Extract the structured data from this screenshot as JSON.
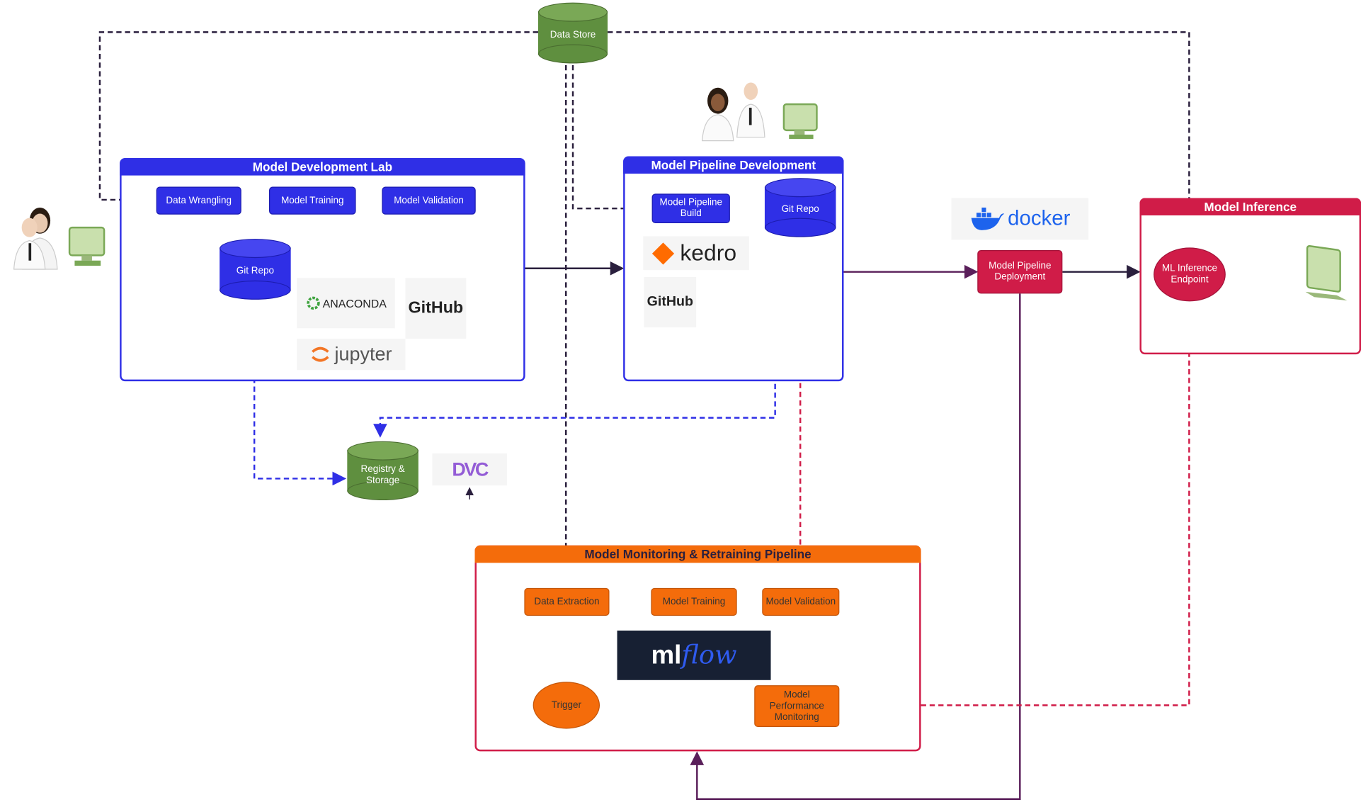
{
  "data_store": {
    "label": "Data Store"
  },
  "dev_lab": {
    "title": "Model Development Lab",
    "steps": [
      "Data Wrangling",
      "Model Training",
      "Model Validation"
    ],
    "git_repo": "Git Repo",
    "logos": {
      "anaconda": "ANACONDA",
      "github": "GitHub",
      "jupyter": "jupyter"
    }
  },
  "registry": {
    "label": "Registry & Storage",
    "dvc_logo": "DVC"
  },
  "pipeline_dev": {
    "title": "Model Pipeline Development",
    "build": "Model Pipeline Build",
    "git_repo": "Git Repo",
    "logos": {
      "kedro": "kedro",
      "github": "GitHub"
    }
  },
  "deployment": {
    "label": "Model Pipeline Deployment",
    "docker_logo": "docker"
  },
  "inference": {
    "title": "Model Inference",
    "endpoint": "ML Inference Endpoint"
  },
  "monitoring": {
    "title": "Model Monitoring & Retraining Pipeline",
    "steps": [
      "Data Extraction",
      "Model Training",
      "Model Validation"
    ],
    "trigger": "Trigger",
    "perf": "Model Performance Monitoring",
    "mlflow_logo": {
      "ml": "ml",
      "flow": "flow"
    }
  },
  "colors": {
    "blue": "#2f2fe6",
    "dark_blue": "#1c1cb0",
    "orange": "#f46c0b",
    "red": "#d01c48",
    "green": "#5f8f3f",
    "navy": "#172033",
    "line": "#2a1f3d"
  }
}
